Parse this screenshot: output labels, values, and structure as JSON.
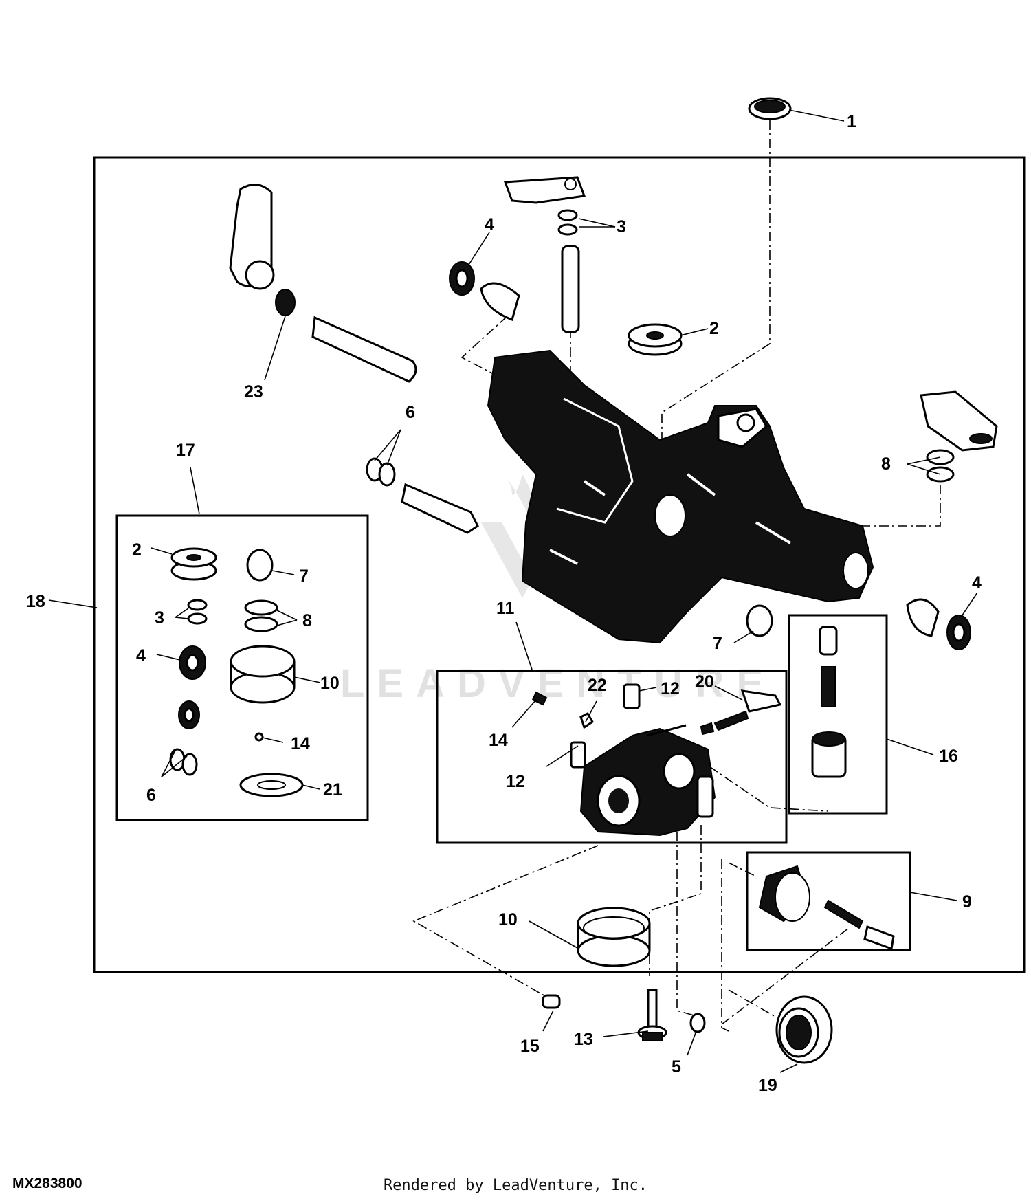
{
  "figure_id": "MX283800",
  "credit": "Rendered by LeadVenture, Inc.",
  "watermark": "LEADVENTURE",
  "callouts": [
    {
      "id": "c1",
      "label": "1"
    },
    {
      "id": "c2a",
      "label": "2"
    },
    {
      "id": "c3a",
      "label": "3"
    },
    {
      "id": "c4a",
      "label": "4"
    },
    {
      "id": "c4b",
      "label": "4"
    },
    {
      "id": "c5",
      "label": "5"
    },
    {
      "id": "c6a",
      "label": "6"
    },
    {
      "id": "c7a",
      "label": "7"
    },
    {
      "id": "c8a",
      "label": "8"
    },
    {
      "id": "c9",
      "label": "9"
    },
    {
      "id": "c10a",
      "label": "10"
    },
    {
      "id": "c11",
      "label": "11"
    },
    {
      "id": "c12a",
      "label": "12"
    },
    {
      "id": "c12b",
      "label": "12"
    },
    {
      "id": "c13",
      "label": "13"
    },
    {
      "id": "c14a",
      "label": "14"
    },
    {
      "id": "c15",
      "label": "15"
    },
    {
      "id": "c16",
      "label": "16"
    },
    {
      "id": "c17",
      "label": "17"
    },
    {
      "id": "c18",
      "label": "18"
    },
    {
      "id": "c19",
      "label": "19"
    },
    {
      "id": "c20",
      "label": "20"
    },
    {
      "id": "c22",
      "label": "22"
    },
    {
      "id": "c23",
      "label": "23"
    },
    {
      "id": "k2",
      "label": "2"
    },
    {
      "id": "k7",
      "label": "7"
    },
    {
      "id": "k3",
      "label": "3"
    },
    {
      "id": "k8",
      "label": "8"
    },
    {
      "id": "k4",
      "label": "4"
    },
    {
      "id": "k10",
      "label": "10"
    },
    {
      "id": "k14",
      "label": "14"
    },
    {
      "id": "k6",
      "label": "6"
    },
    {
      "id": "k21",
      "label": "21"
    }
  ]
}
